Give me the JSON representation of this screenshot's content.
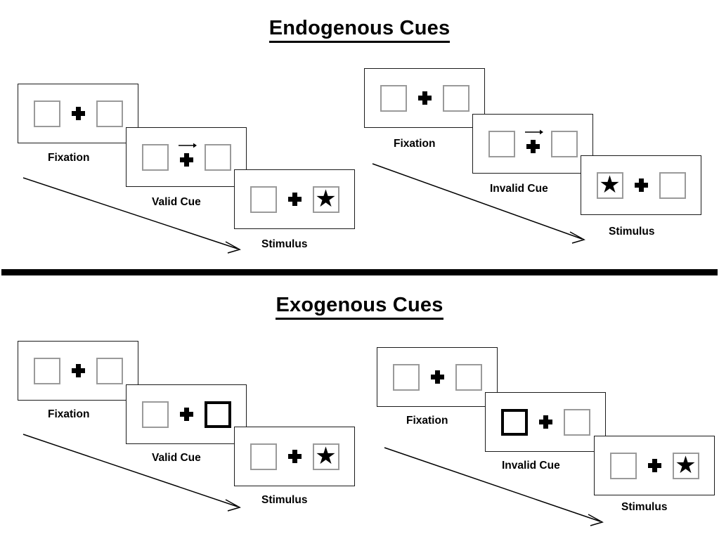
{
  "sections": [
    {
      "id": "endogenous",
      "title": "Endogenous Cues",
      "cue_type": "arrow",
      "panels": [
        {
          "id": "endogenous-valid",
          "validity": "valid",
          "frames": [
            {
              "label": "Fixation",
              "stage": "fixation",
              "left_box": {
                "cued": false,
                "stimulus": "none"
              },
              "center": "plus",
              "right_box": {
                "cued": false,
                "stimulus": "none"
              }
            },
            {
              "label": "Valid Cue",
              "stage": "cue",
              "left_box": {
                "cued": false,
                "stimulus": "none"
              },
              "center": "plus-with-arrow-right",
              "right_box": {
                "cued": false,
                "stimulus": "none"
              }
            },
            {
              "label": "Stimulus",
              "stage": "stimulus",
              "left_box": {
                "cued": false,
                "stimulus": "none"
              },
              "center": "plus",
              "right_box": {
                "cued": false,
                "stimulus": "star"
              }
            }
          ]
        },
        {
          "id": "endogenous-invalid",
          "validity": "invalid",
          "frames": [
            {
              "label": "Fixation",
              "stage": "fixation",
              "left_box": {
                "cued": false,
                "stimulus": "none"
              },
              "center": "plus",
              "right_box": {
                "cued": false,
                "stimulus": "none"
              }
            },
            {
              "label": "Invalid Cue",
              "stage": "cue",
              "left_box": {
                "cued": false,
                "stimulus": "none"
              },
              "center": "plus-with-arrow-right",
              "right_box": {
                "cued": false,
                "stimulus": "none"
              }
            },
            {
              "label": "Stimulus",
              "stage": "stimulus",
              "left_box": {
                "cued": false,
                "stimulus": "star"
              },
              "center": "plus",
              "right_box": {
                "cued": false,
                "stimulus": "none"
              }
            }
          ]
        }
      ]
    },
    {
      "id": "exogenous",
      "title": "Exogenous Cues",
      "cue_type": "box-highlight",
      "panels": [
        {
          "id": "exogenous-valid",
          "validity": "valid",
          "frames": [
            {
              "label": "Fixation",
              "stage": "fixation",
              "left_box": {
                "cued": false,
                "stimulus": "none"
              },
              "center": "plus",
              "right_box": {
                "cued": false,
                "stimulus": "none"
              }
            },
            {
              "label": "Valid Cue",
              "stage": "cue",
              "left_box": {
                "cued": false,
                "stimulus": "none"
              },
              "center": "plus",
              "right_box": {
                "cued": true,
                "stimulus": "none"
              }
            },
            {
              "label": "Stimulus",
              "stage": "stimulus",
              "left_box": {
                "cued": false,
                "stimulus": "none"
              },
              "center": "plus",
              "right_box": {
                "cued": false,
                "stimulus": "star"
              }
            }
          ]
        },
        {
          "id": "exogenous-invalid",
          "validity": "invalid",
          "frames": [
            {
              "label": "Fixation",
              "stage": "fixation",
              "left_box": {
                "cued": false,
                "stimulus": "none"
              },
              "center": "plus",
              "right_box": {
                "cued": false,
                "stimulus": "none"
              }
            },
            {
              "label": "Invalid Cue",
              "stage": "cue",
              "left_box": {
                "cued": true,
                "stimulus": "none"
              },
              "center": "plus",
              "right_box": {
                "cued": false,
                "stimulus": "none"
              }
            },
            {
              "label": "Stimulus",
              "stage": "stimulus",
              "left_box": {
                "cued": false,
                "stimulus": "none"
              },
              "center": "plus",
              "right_box": {
                "cued": false,
                "stimulus": "star"
              }
            }
          ]
        }
      ]
    }
  ],
  "icons": {
    "star": "★",
    "fixation_cross": "plus-icon",
    "arrow_cue": "arrow-right-icon",
    "time_arrow": "diagonal-arrow-icon"
  },
  "colors": {
    "background": "#ffffff",
    "ink": "#000000",
    "frame_border": "#1a1a1a",
    "box_border": "#9a9a9a",
    "cued_box_border": "#000000",
    "divider": "#000000"
  },
  "time_arrow_label": ""
}
